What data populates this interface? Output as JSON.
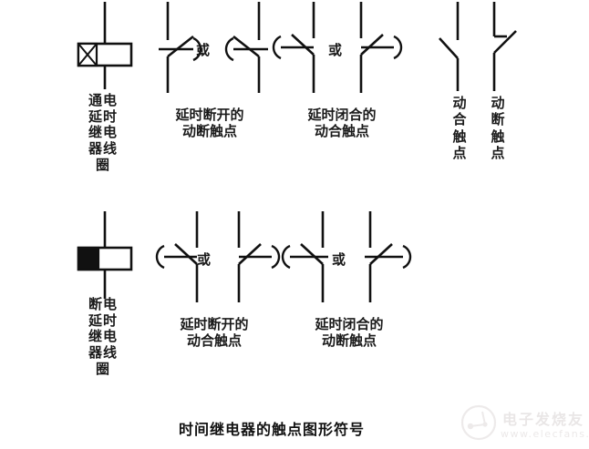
{
  "caption": "时间继电器的触点图形符号",
  "or_separator": "或",
  "rows": [
    {
      "id": "power-on-delay",
      "coil": {
        "name": "通电延时继电器线圈",
        "label_lines": [
          "通电",
          "延时",
          "继电",
          "器线",
          "圈"
        ],
        "fill": "cross",
        "fill_color": "#ffffff",
        "stroke_color": "#111111"
      },
      "groups": [
        {
          "id": "delay-open-nc",
          "label_lines": [
            "延时断开的",
            "动断触点"
          ],
          "symbols": [
            {
              "variant": "nc-arc-right",
              "contact": "nc",
              "arc_side": "right"
            },
            {
              "variant": "nc-arc-left",
              "contact": "nc",
              "arc_side": "left"
            }
          ]
        },
        {
          "id": "delay-close-no",
          "label_lines": [
            "延时闭合的",
            "动合触点"
          ],
          "symbols": [
            {
              "variant": "no-arc-left",
              "contact": "no",
              "arc_side": "left"
            },
            {
              "variant": "no-arc-right",
              "contact": "no",
              "arc_side": "right"
            }
          ]
        }
      ],
      "plain_contacts": [
        {
          "id": "plain-no",
          "label_lines": [
            "动",
            "合",
            "触",
            "点"
          ],
          "contact": "no"
        },
        {
          "id": "plain-nc",
          "label_lines": [
            "动",
            "断",
            "触",
            "点"
          ],
          "contact": "nc"
        }
      ]
    },
    {
      "id": "power-off-delay",
      "coil": {
        "name": "断电延时继电器线圈",
        "label_lines": [
          "断电",
          "延时",
          "继电",
          "器线",
          "圈"
        ],
        "fill": "solid",
        "fill_color": "#111111",
        "stroke_color": "#111111"
      },
      "groups": [
        {
          "id": "delay-open-no",
          "label_lines": [
            "延时断开的",
            "动合触点"
          ],
          "symbols": [
            {
              "variant": "no-arc-left",
              "contact": "no",
              "arc_side": "left"
            },
            {
              "variant": "no-arc-right",
              "contact": "no",
              "arc_side": "right"
            }
          ]
        },
        {
          "id": "delay-close-nc",
          "label_lines": [
            "延时闭合的",
            "动断触点"
          ],
          "symbols": [
            {
              "variant": "nc-arc-left",
              "contact": "nc",
              "arc_side": "left"
            },
            {
              "variant": "nc-arc-right",
              "contact": "nc",
              "arc_side": "right"
            }
          ]
        }
      ],
      "plain_contacts": []
    }
  ],
  "watermark": {
    "brand": "电子发烧友",
    "url": "www.elecfans.com"
  },
  "colors": {
    "line": "#111111",
    "text": "#1a1a1a",
    "background": "#ffffff"
  }
}
